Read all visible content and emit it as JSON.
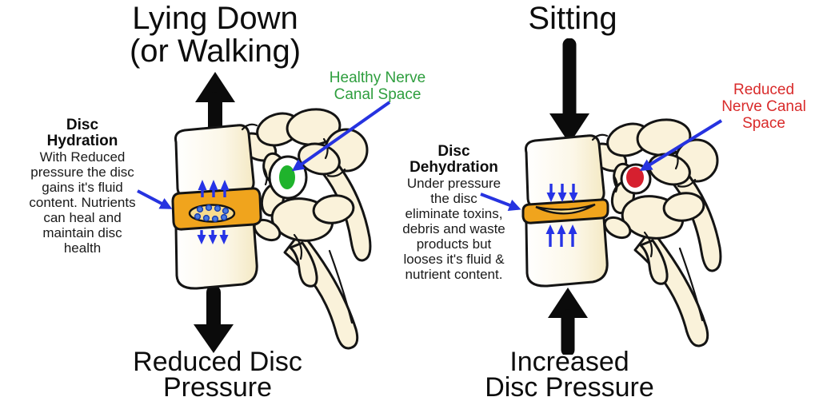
{
  "left_panel": {
    "title_lines": [
      "Lying Down",
      "(or Walking)"
    ],
    "note_title_lines": [
      "Disc",
      "Hydration"
    ],
    "note_body_lines": [
      "With Reduced",
      "pressure the disc",
      "gains it's fluid",
      "content. Nutrients",
      "can heal and",
      "maintain disc",
      "health"
    ],
    "canal_label_lines": [
      "Healthy Nerve",
      "Canal Space"
    ],
    "pressure_label_lines": [
      "Reduced Disc",
      "Pressure"
    ]
  },
  "right_panel": {
    "title_lines": [
      "Sitting"
    ],
    "note_title_lines": [
      "Disc",
      "Dehydration"
    ],
    "note_body_lines": [
      "Under pressure",
      "the disc",
      "eliminate toxins,",
      "debris and waste",
      "products but",
      "looses it's fluid &",
      "nutrient content."
    ],
    "canal_label_lines": [
      "Reduced",
      "Nerve Canal",
      "Space"
    ],
    "pressure_label_lines": [
      "Increased",
      "Disc Pressure"
    ]
  },
  "colors": {
    "healthy_canal_green": "#1fb32c",
    "green_label_text": "#2e9e3e",
    "reduced_canal_red": "#d6202f",
    "red_label_text": "#d92b2b",
    "annotation_blue": "#2633e0",
    "disc_orange": "#f0a41d",
    "nucleus_yellow": "#f8dc8e",
    "bone_cream": "#faf2da",
    "pressure_arrow_black": "#0b0b0b"
  }
}
